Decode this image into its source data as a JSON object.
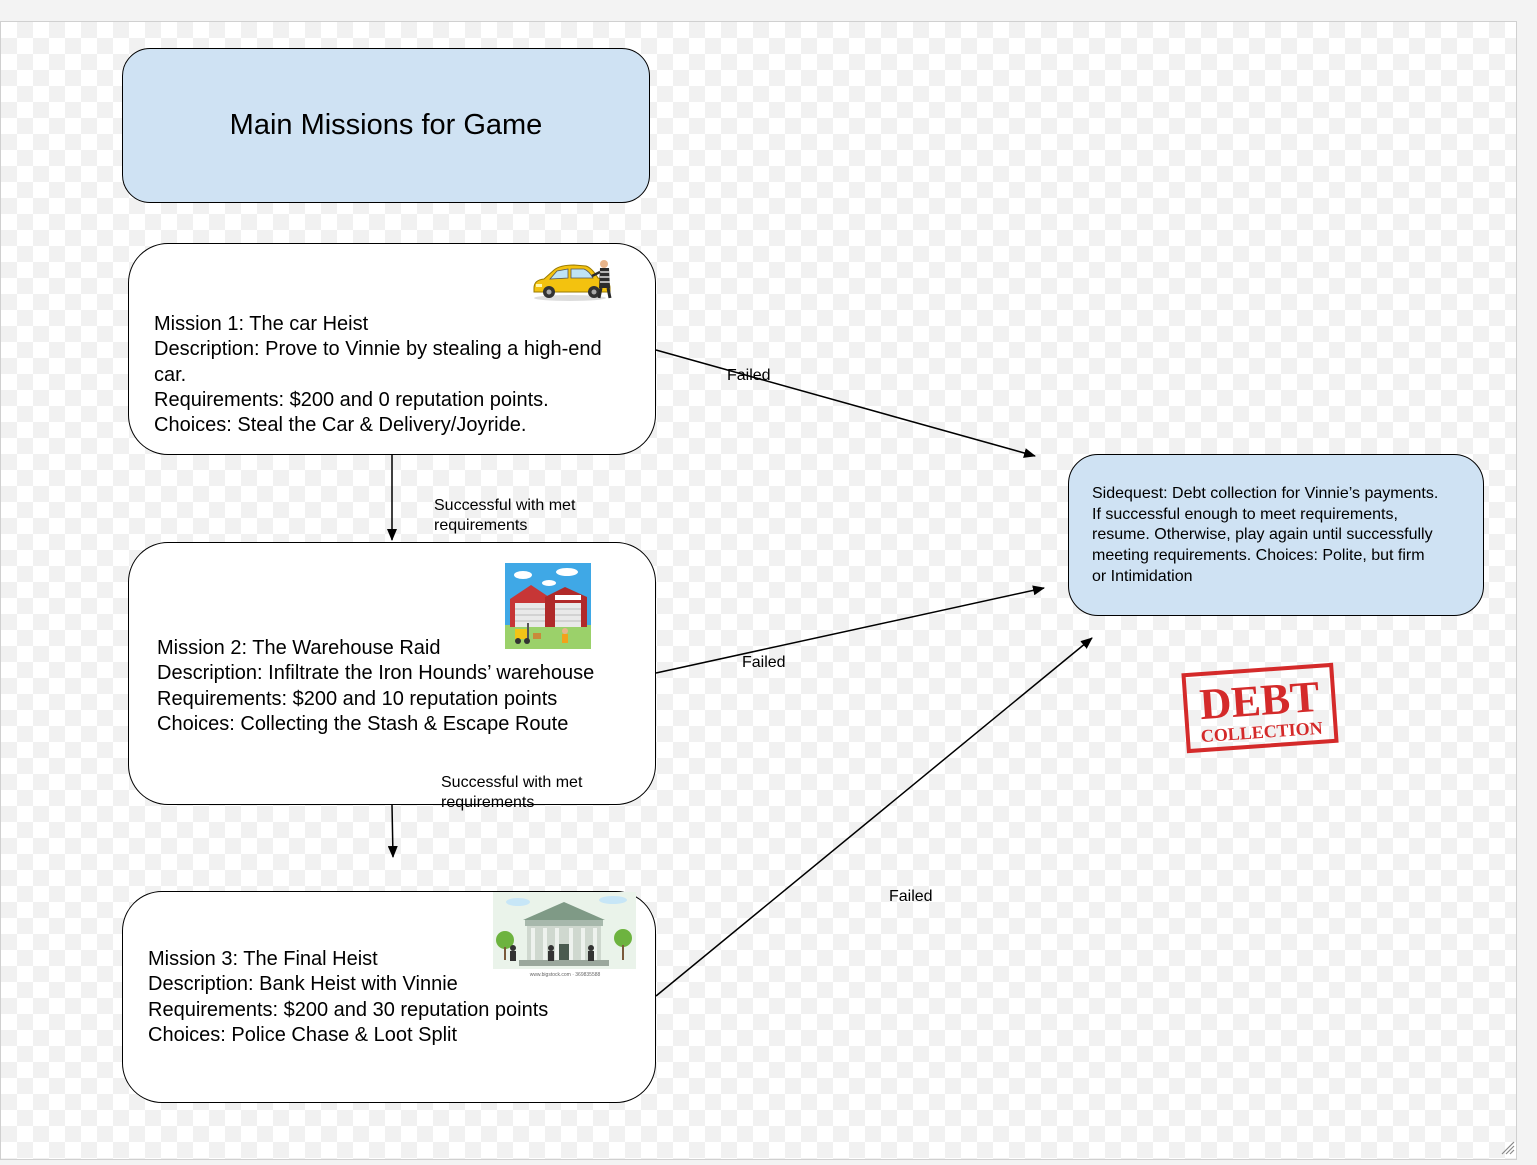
{
  "title": "Main Missions for Game",
  "missions": [
    {
      "name": "Mission 1: The car Heist",
      "lines": [
        "Mission 1: The car Heist",
        "Description: Prove to Vinnie by stealing a high-end",
        "car.",
        "Requirements: $200 and 0 reputation points.",
        "Choices: Steal the Car & Delivery/Joyride."
      ],
      "image": "car-thief-icon"
    },
    {
      "name": "Mission 2: The Warehouse Raid",
      "lines": [
        "Mission 2: The Warehouse Raid",
        "Description: Infiltrate the Iron Hounds’ warehouse",
        "Requirements: $200 and 10 reputation points",
        "Choices: Collecting the Stash & Escape Route"
      ],
      "image": "warehouse-icon"
    },
    {
      "name": "Mission 3: The Final Heist",
      "lines": [
        "Mission 3: The Final Heist",
        "Description: Bank Heist with Vinnie",
        "Requirements: $200 and 30 reputation points",
        "Choices: Police Chase & Loot Split"
      ],
      "image": "bank-robbery-icon",
      "image_caption": "www.bigstock.com · 369835588"
    }
  ],
  "sidequest": {
    "lines": [
      "Sidequest: Debt collection for Vinnie’s payments.",
      "If successful enough to meet requirements,",
      "resume. Otherwise, play again until successfully",
      "meeting requirements. Choices: Polite, but firm",
      "or Intimidation"
    ],
    "stamp_top": "DEBT",
    "stamp_bottom": "COLLECTION"
  },
  "edges": {
    "success_1": [
      "Successful with met",
      "requirements"
    ],
    "success_2": [
      "Successful with met",
      "requirements"
    ],
    "failed_1": "Failed",
    "failed_2": "Failed",
    "failed_3": "Failed"
  },
  "colors": {
    "box_fill_blue": "#cfe2f3",
    "stamp_red": "#d42a2a",
    "line": "#000000"
  }
}
